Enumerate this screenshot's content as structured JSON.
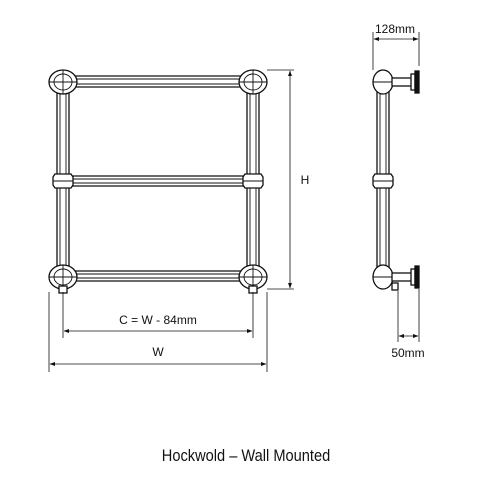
{
  "dimensions": {
    "width": "W",
    "centres": "C = W - 84mm",
    "height": "H",
    "depth": "128mm",
    "wall_offset": "50mm"
  },
  "caption": "Hockwold – Wall Mounted",
  "colors": {
    "line": "#111111",
    "background": "#ffffff"
  }
}
